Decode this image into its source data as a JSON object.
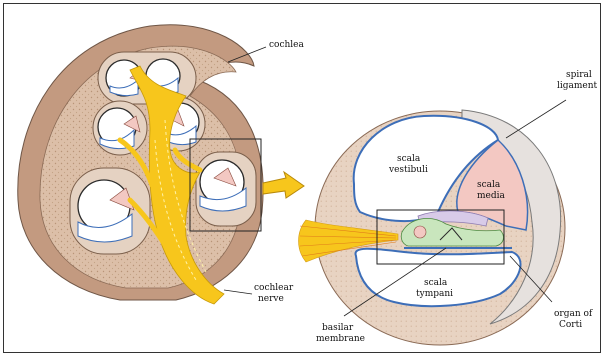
{
  "labels": {
    "cochlea": "cochlea",
    "spiral_ligament_l1": "spiral",
    "spiral_ligament_l2": "ligament",
    "scala_vestibuli_l1": "scala",
    "scala_vestibuli_l2": "vestibuli",
    "scala_media_l1": "scala",
    "scala_media_l2": "media",
    "cochlear_nerve_l1": "cochlear",
    "cochlear_nerve_l2": "nerve",
    "scala_tympani_l1": "scala",
    "scala_tympani_l2": "tympani",
    "basilar_membrane_l1": "basilar",
    "basilar_membrane_l2": "membrane",
    "organ_of_corti_l1": "organ of",
    "organ_of_corti_l2": "Corti"
  },
  "colors": {
    "bone": "#dcbfa8",
    "bone_dots": "#b89478",
    "nerve": "#f7c61c",
    "scala_vestibuli": "#ffffff",
    "scala_media": "#f3c8c2",
    "scala_tympani": "#ffffff",
    "membrane_edge": "#3d6eb8",
    "spiral_ligament": "#e6e1de",
    "organ_of_corti": "#c9e6bd",
    "tectorial": "#d8cbe8",
    "cochlea_outer": "#c39a80"
  }
}
